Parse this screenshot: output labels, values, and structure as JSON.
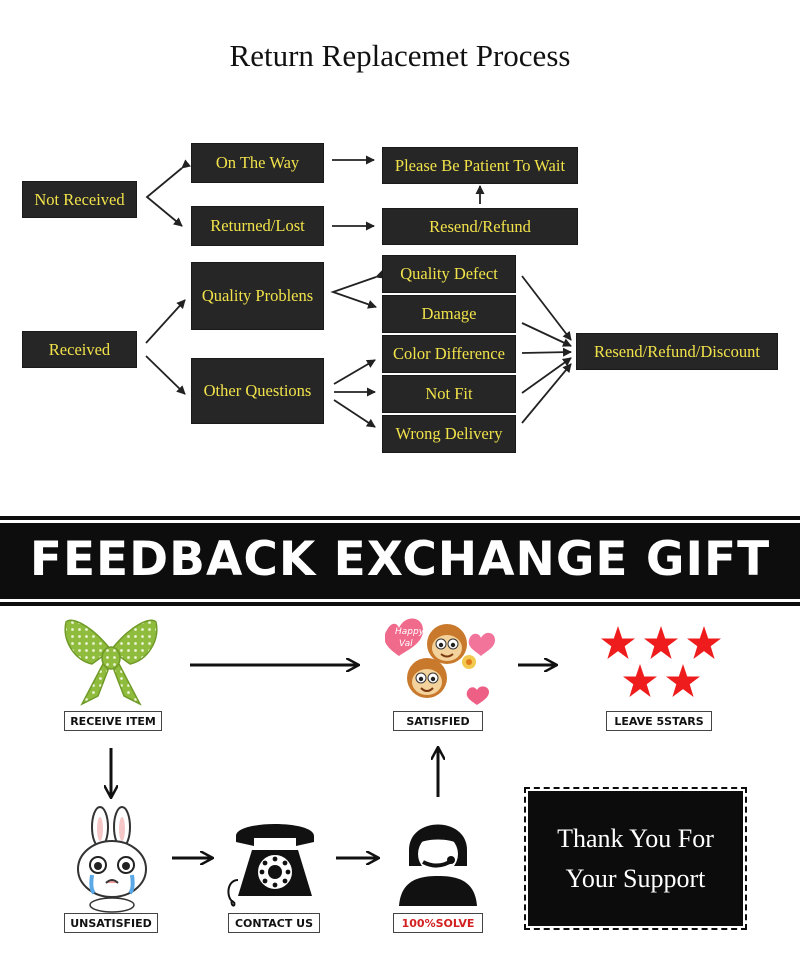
{
  "process": {
    "title": "Return Replacemet Process",
    "nodes": {
      "not_received": "Not Received",
      "received": "Received",
      "on_the_way": "On The Way",
      "returned_lost": "Returned/Lost",
      "please_wait": "Please Be Patient To Wait",
      "resend_refund": "Resend/Refund",
      "quality_problems": "Quality Problens",
      "other_questions": "Other Questions",
      "quality_defect": "Quality Defect",
      "damage": "Damage",
      "color_difference": "Color Difference",
      "not_fit": "Not Fit",
      "wrong_delivery": "Wrong Delivery",
      "resend_refund_discount": "Resend/Refund/Discount"
    }
  },
  "feedback": {
    "banner": "FEEDBACK EXCHANGE GIFT",
    "steps": {
      "receive_item": "RECEIVE ITEM",
      "satisfied": "SATISFIED",
      "leave_stars": "LEAVE 5STARS",
      "unsatisfied": "UNSATISFIED",
      "contact_us": "CONTACT US",
      "solve": "100%SOLVE"
    },
    "sticker_text": [
      "Happy",
      "Val"
    ],
    "thank_you": [
      "Thank You For",
      "Your Support"
    ],
    "colors": {
      "star": "#ee1c1c",
      "bow": "#8fbc3c",
      "solve_text": "#d42020",
      "box_text": "#f1e24a"
    }
  }
}
